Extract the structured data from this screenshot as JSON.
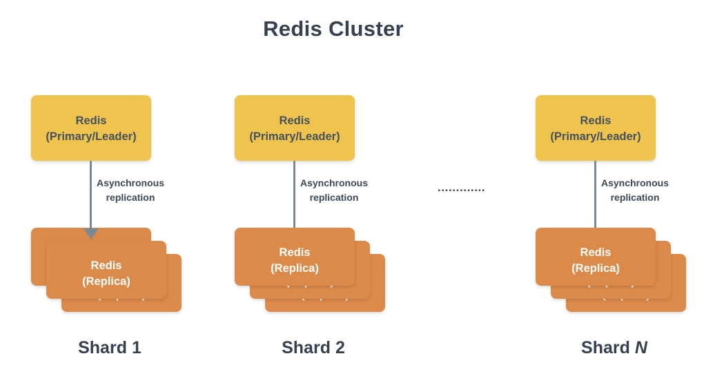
{
  "title": "Redis Cluster",
  "ellipsis_dots": ".............",
  "colors": {
    "primary_box": "#EEC34E",
    "replica_box": "#DC8A49",
    "heading_text": "#36414F",
    "primary_box_text": "#46515E",
    "replica_box_text": "#FFFFFF",
    "connector": "#7B8995",
    "background": "#FFFFFF"
  },
  "shards": [
    {
      "label_prefix": "Shard",
      "label_number": "1",
      "primary": {
        "line1": "Redis",
        "line2": "(Primary/Leader)"
      },
      "replication_label": {
        "line1": "Asynchronous",
        "line2": "replication"
      },
      "replica": {
        "line1": "Redis",
        "line2": "(Replica)"
      }
    },
    {
      "label_prefix": "Shard",
      "label_number": "2",
      "primary": {
        "line1": "Redis",
        "line2": "(Primary/Leader)"
      },
      "replication_label": {
        "line1": "Asynchronous",
        "line2": "replication"
      },
      "replica": {
        "line1": "Redis",
        "line2": "(Replica)"
      }
    },
    {
      "label_prefix": "Shard",
      "label_number": "N",
      "primary": {
        "line1": "Redis",
        "line2": "(Primary/Leader)"
      },
      "replication_label": {
        "line1": "Asynchronous",
        "line2": "replication"
      },
      "replica": {
        "line1": "Redis",
        "line2": "(Replica)"
      }
    }
  ]
}
